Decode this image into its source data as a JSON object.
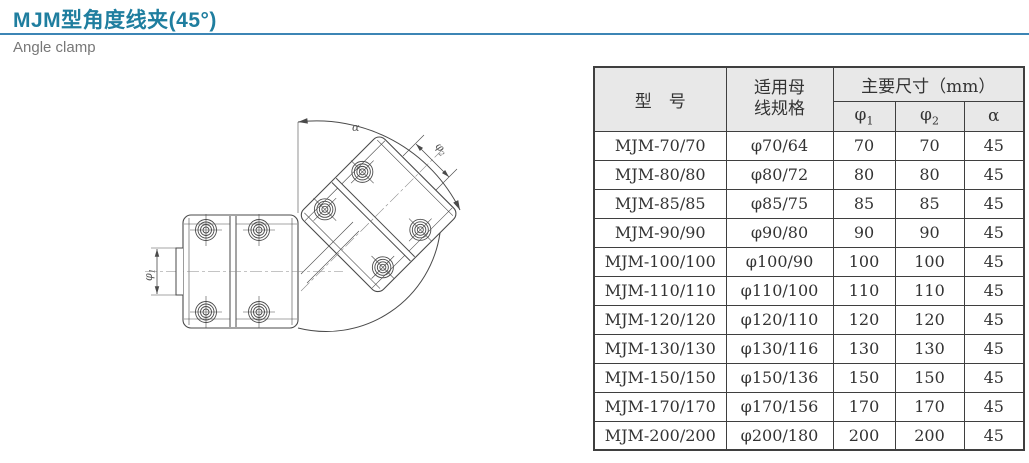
{
  "page": {
    "title": "MJM型角度线夹(45°)",
    "subtitle": "Angle clamp"
  },
  "colors": {
    "title_teal": "#1f7e9f",
    "rule_blue": "#3c85b5",
    "table_border": "#3f3f3f",
    "header_bg": "#e8e8e8",
    "line_gray": "#4a4a4a"
  },
  "diagram": {
    "labels": {
      "phi_base": "φ",
      "phi1_sub": "1",
      "phi2_sub": "2",
      "alpha": "α"
    }
  },
  "table": {
    "headers": {
      "model": "型　号",
      "spec": "适用母\n线规格",
      "dims_group": "主要尺寸（mm）",
      "alpha": "α"
    },
    "rows": [
      {
        "model": "MJM-70/70",
        "spec": "φ70/64",
        "phi1": "70",
        "phi2": "70",
        "alpha": "45"
      },
      {
        "model": "MJM-80/80",
        "spec": "φ80/72",
        "phi1": "80",
        "phi2": "80",
        "alpha": "45"
      },
      {
        "model": "MJM-85/85",
        "spec": "φ85/75",
        "phi1": "85",
        "phi2": "85",
        "alpha": "45"
      },
      {
        "model": "MJM-90/90",
        "spec": "φ90/80",
        "phi1": "90",
        "phi2": "90",
        "alpha": "45"
      },
      {
        "model": "MJM-100/100",
        "spec": "φ100/90",
        "phi1": "100",
        "phi2": "100",
        "alpha": "45"
      },
      {
        "model": "MJM-110/110",
        "spec": "φ110/100",
        "phi1": "110",
        "phi2": "110",
        "alpha": "45"
      },
      {
        "model": "MJM-120/120",
        "spec": "φ120/110",
        "phi1": "120",
        "phi2": "120",
        "alpha": "45"
      },
      {
        "model": "MJM-130/130",
        "spec": "φ130/116",
        "phi1": "130",
        "phi2": "130",
        "alpha": "45"
      },
      {
        "model": "MJM-150/150",
        "spec": "φ150/136",
        "phi1": "150",
        "phi2": "150",
        "alpha": "45"
      },
      {
        "model": "MJM-170/170",
        "spec": "φ170/156",
        "phi1": "170",
        "phi2": "170",
        "alpha": "45"
      },
      {
        "model": "MJM-200/200",
        "spec": "φ200/180",
        "phi1": "200",
        "phi2": "200",
        "alpha": "45"
      }
    ]
  }
}
